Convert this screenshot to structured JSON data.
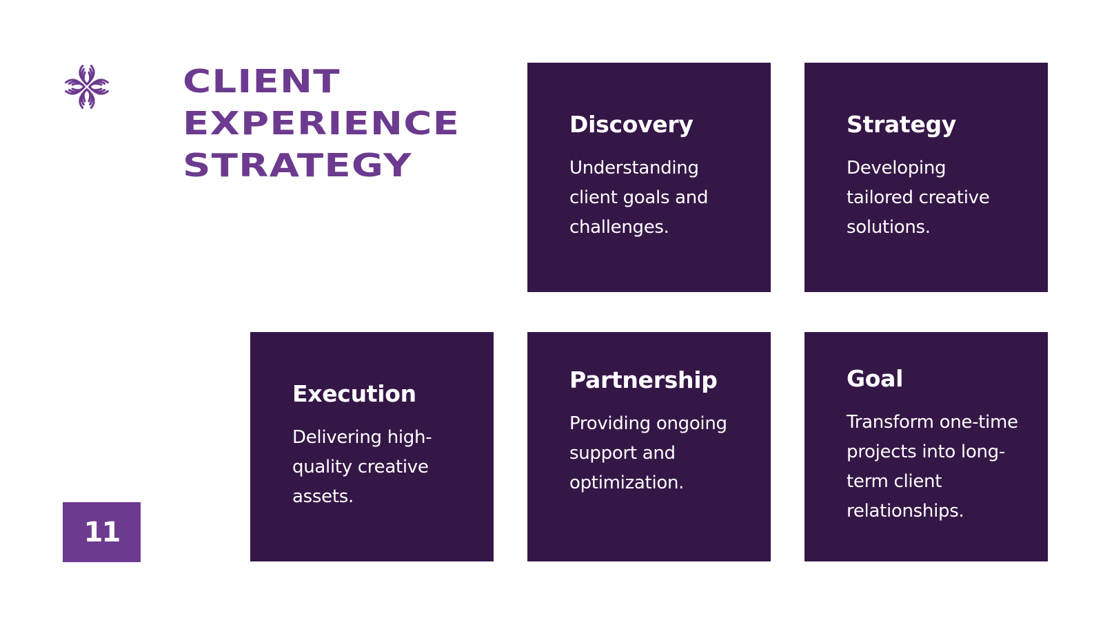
{
  "title": {
    "lines": [
      "CLIENT",
      "EXPERIENCE",
      "STRATEGY"
    ]
  },
  "logo": {
    "icon": "swirl-flower-logo-icon",
    "color": "#6c3a8f"
  },
  "cards": [
    {
      "title": "Discovery",
      "body": "Understanding client goals and challenges."
    },
    {
      "title": "Strategy",
      "body": "Developing tailored creative solutions."
    },
    {
      "title": "Execution",
      "body": "Delivering high-quality creative assets."
    },
    {
      "title": "Partnership",
      "body": "Providing ongoing support and optimization."
    },
    {
      "title": "Goal",
      "body": "Transform one-time projects into long-term client relationships."
    }
  ],
  "page_number": "11",
  "colors": {
    "accent": "#6c3a8f",
    "card_background": "#351747",
    "card_text": "#ffffff",
    "background": "#ffffff"
  }
}
